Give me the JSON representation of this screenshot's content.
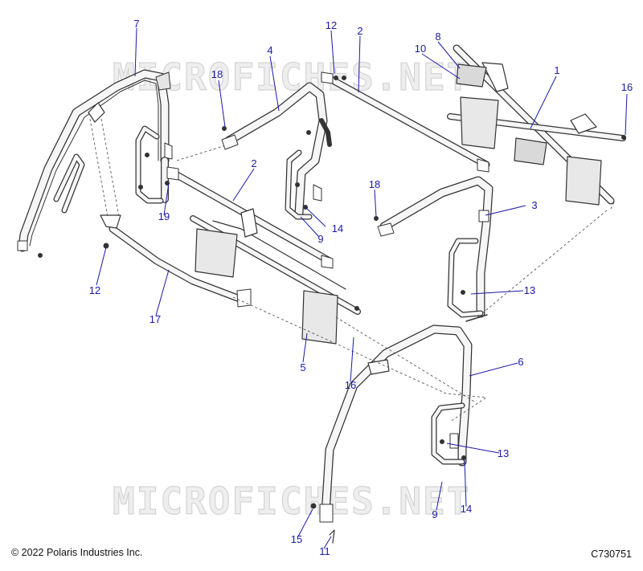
{
  "watermark": "MICROFICHES.NET",
  "copyright": "© 2022 Polaris Industries Inc.",
  "diagram_code": "C730751",
  "callouts": {
    "c7": "7",
    "c12a": "12",
    "c2a": "2",
    "c8": "8",
    "c10": "10",
    "c4": "4",
    "c1": "1",
    "c18a": "18",
    "c16a": "16",
    "c2b": "2",
    "c19": "19",
    "c18b": "18",
    "c3": "3",
    "c14a": "14",
    "c9a": "9",
    "c12b": "12",
    "c13a": "13",
    "c17": "17",
    "c5": "5",
    "c16b": "16",
    "c6": "6",
    "c13b": "13",
    "c9b": "9",
    "c14b": "14",
    "c15": "15",
    "c11": "11"
  },
  "colors": {
    "callout": "#1a1aa8",
    "line": "#333333",
    "part_fill": "#f6f6f6"
  }
}
